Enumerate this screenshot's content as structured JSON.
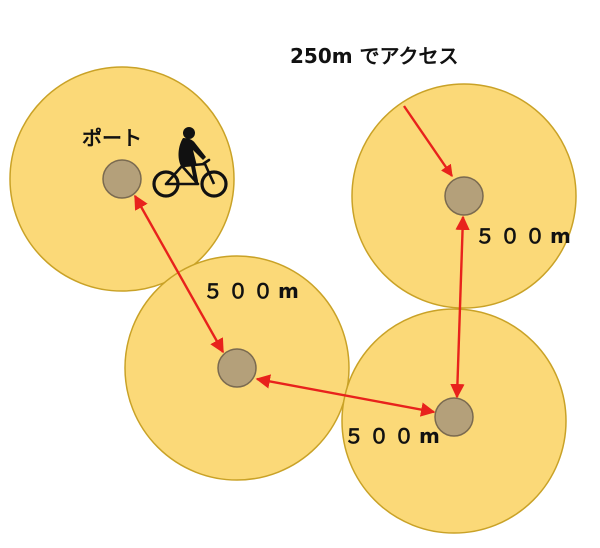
{
  "title": "250m でアクセス",
  "port_label": "ポート",
  "distance_labels": [
    "５００m",
    "５００m",
    "５００m"
  ],
  "colors": {
    "zone_fill": "#fbd978",
    "zone_stroke": "#c9a227",
    "port_fill": "#b4a07a",
    "arrow": "#e8221c",
    "text": "#111111"
  },
  "icons": [
    "bicycle-rider-icon"
  ]
}
